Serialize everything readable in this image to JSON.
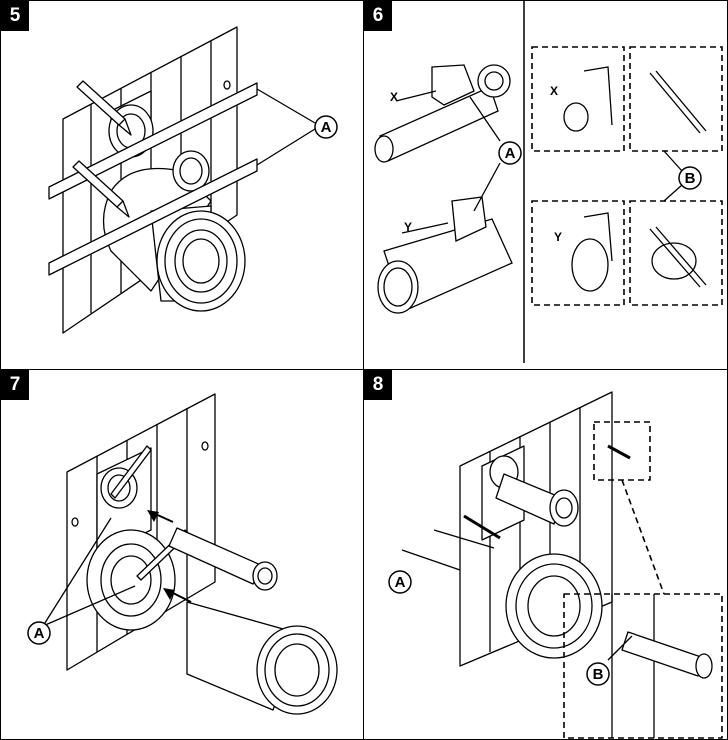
{
  "steps": [
    {
      "number": "5",
      "callouts": [
        "A"
      ]
    },
    {
      "number": "6",
      "callouts": [
        "A",
        "B"
      ],
      "dimensions": [
        "X",
        "Y",
        "X",
        "Y"
      ]
    },
    {
      "number": "7",
      "callouts": [
        "A"
      ]
    },
    {
      "number": "8",
      "callouts": [
        "A",
        "B"
      ]
    }
  ]
}
